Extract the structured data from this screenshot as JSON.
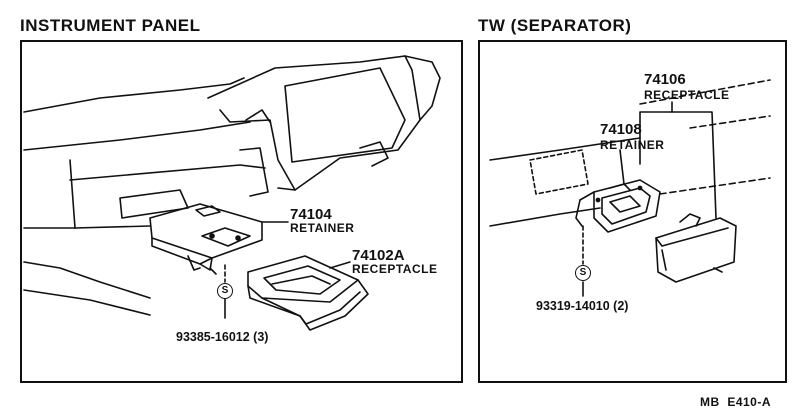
{
  "left_panel": {
    "title": "INSTRUMENT PANEL",
    "parts": [
      {
        "number": "74104",
        "name": "RETAINER"
      },
      {
        "number": "74102A",
        "name": "RECEPTACLE"
      }
    ],
    "bolt": {
      "symbol": "S",
      "label": "93385-16012 (3)"
    }
  },
  "right_panel": {
    "title": "TW (SEPARATOR)",
    "parts": [
      {
        "number": "74106",
        "name": "RECEPTACLE"
      },
      {
        "number": "74108",
        "name": "RETAINER"
      }
    ],
    "bolt": {
      "symbol": "S",
      "label": "93319-14010 (2)"
    }
  },
  "diagram_code": "MB  E410-A"
}
